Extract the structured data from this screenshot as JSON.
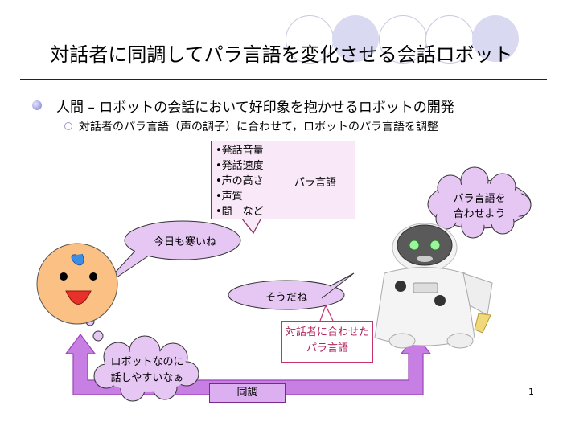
{
  "slide": {
    "title": "対話者に同調してパラ言語を変化させる会話ロボット",
    "bullet_main": "人間 – ロボットの会話において好印象を抱かせるロボットの開発",
    "bullet_sub": "対話者のパラ言語（声の調子）に合わせて，ロボットのパラ言語を調整",
    "page_number": "1"
  },
  "paralanguage_box": {
    "items": [
      "•発話音量",
      "•発話速度",
      "•声の高さ",
      "•声質",
      "•間　など"
    ],
    "label": "パラ言語"
  },
  "bubbles": {
    "human_speech": "今日も寒いね",
    "robot_speech": "そうだね",
    "robot_thought": [
      "パラ言語を",
      "合わせよう"
    ],
    "human_thought": [
      "ロボットなのに",
      "話しやすいなぁ"
    ]
  },
  "labels": {
    "adjust_box": [
      "対話者に合わせた",
      "パラ言語"
    ],
    "sync": "同調"
  },
  "colors": {
    "bubble_fill": "#e6c6f3",
    "arrow_fill": "#c77fe3",
    "deco_circle": "#d9d9f2",
    "accent_red": "#c8326b"
  }
}
